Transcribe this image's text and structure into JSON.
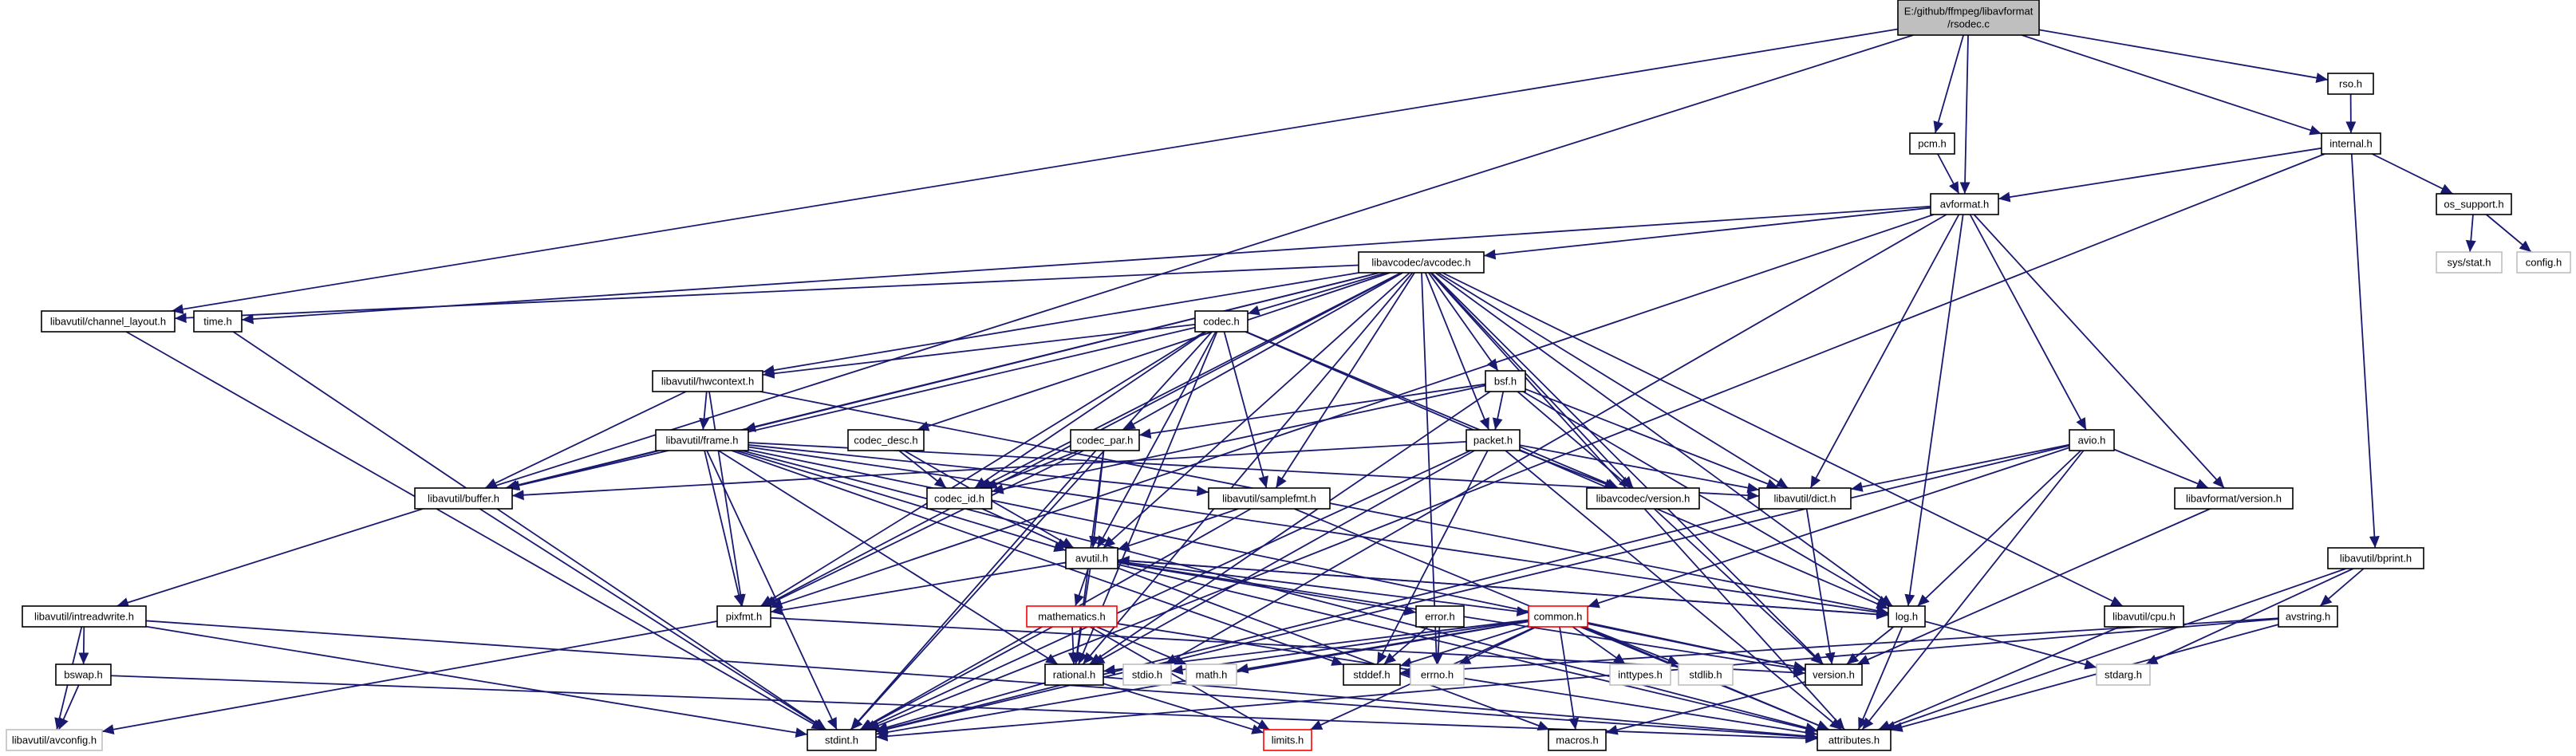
{
  "title": "E:/github/ffmpeg/libavformat/rsodec.c",
  "colors": {
    "edge": "#191970",
    "root_fill": "#bfbfbf",
    "node_fill": "#ffffff",
    "node_stroke": "#000000",
    "missing_stroke": "#bfbfbf",
    "error_stroke": "#ff0000"
  },
  "nodes": [
    {
      "id": "root",
      "lines": [
        "E:/github/ffmpeg/libavformat",
        "/rsodec.c"
      ],
      "style": "root"
    },
    {
      "id": "rso_h",
      "lines": [
        "rso.h"
      ],
      "style": "normal"
    },
    {
      "id": "pcm_h",
      "lines": [
        "pcm.h"
      ],
      "style": "normal"
    },
    {
      "id": "internal_h",
      "lines": [
        "internal.h"
      ],
      "style": "normal"
    },
    {
      "id": "avformat_h",
      "lines": [
        "avformat.h"
      ],
      "style": "normal"
    },
    {
      "id": "os_support_h",
      "lines": [
        "os_support.h"
      ],
      "style": "normal"
    },
    {
      "id": "sys_stat_h",
      "lines": [
        "sys/stat.h"
      ],
      "style": "missing"
    },
    {
      "id": "config_h",
      "lines": [
        "config.h"
      ],
      "style": "missing"
    },
    {
      "id": "avcodec_h",
      "lines": [
        "libavcodec/avcodec.h"
      ],
      "style": "normal"
    },
    {
      "id": "channel_layout_h",
      "lines": [
        "libavutil/channel_layout.h"
      ],
      "style": "normal"
    },
    {
      "id": "time_h",
      "lines": [
        "time.h"
      ],
      "style": "normal"
    },
    {
      "id": "codec_h",
      "lines": [
        "codec.h"
      ],
      "style": "normal"
    },
    {
      "id": "hwcontext_h",
      "lines": [
        "libavutil/hwcontext.h"
      ],
      "style": "normal"
    },
    {
      "id": "bsf_h",
      "lines": [
        "bsf.h"
      ],
      "style": "normal"
    },
    {
      "id": "codec_par_h",
      "lines": [
        "codec_par.h"
      ],
      "style": "normal"
    },
    {
      "id": "frame_h",
      "lines": [
        "libavutil/frame.h"
      ],
      "style": "normal"
    },
    {
      "id": "codec_desc_h",
      "lines": [
        "codec_desc.h"
      ],
      "style": "normal"
    },
    {
      "id": "packet_h",
      "lines": [
        "packet.h"
      ],
      "style": "normal"
    },
    {
      "id": "avio_h",
      "lines": [
        "avio.h"
      ],
      "style": "normal"
    },
    {
      "id": "buffer_h",
      "lines": [
        "libavutil/buffer.h"
      ],
      "style": "normal"
    },
    {
      "id": "codec_id_h",
      "lines": [
        "codec_id.h"
      ],
      "style": "normal"
    },
    {
      "id": "samplefmt_h",
      "lines": [
        "libavutil/samplefmt.h"
      ],
      "style": "normal"
    },
    {
      "id": "avcodec_version_h",
      "lines": [
        "libavcodec/version.h"
      ],
      "style": "normal"
    },
    {
      "id": "dict_h",
      "lines": [
        "libavutil/dict.h"
      ],
      "style": "normal"
    },
    {
      "id": "avformat_version_h",
      "lines": [
        "libavformat/version.h"
      ],
      "style": "normal"
    },
    {
      "id": "avutil_h",
      "lines": [
        "avutil.h"
      ],
      "style": "normal"
    },
    {
      "id": "bprint_h",
      "lines": [
        "libavutil/bprint.h"
      ],
      "style": "normal"
    },
    {
      "id": "intreadwrite_h",
      "lines": [
        "libavutil/intreadwrite.h"
      ],
      "style": "normal"
    },
    {
      "id": "pixfmt_h",
      "lines": [
        "pixfmt.h"
      ],
      "style": "normal"
    },
    {
      "id": "mathematics_h",
      "lines": [
        "mathematics.h"
      ],
      "style": "error"
    },
    {
      "id": "error_h",
      "lines": [
        "error.h"
      ],
      "style": "normal"
    },
    {
      "id": "common_h",
      "lines": [
        "common.h"
      ],
      "style": "error"
    },
    {
      "id": "log_h",
      "lines": [
        "log.h"
      ],
      "style": "normal"
    },
    {
      "id": "cpu_h",
      "lines": [
        "libavutil/cpu.h"
      ],
      "style": "normal"
    },
    {
      "id": "avstring_h",
      "lines": [
        "avstring.h"
      ],
      "style": "normal"
    },
    {
      "id": "bswap_h",
      "lines": [
        "bswap.h"
      ],
      "style": "normal"
    },
    {
      "id": "rational_h",
      "lines": [
        "rational.h"
      ],
      "style": "normal"
    },
    {
      "id": "stdio_h",
      "lines": [
        "stdio.h"
      ],
      "style": "missing"
    },
    {
      "id": "math_h",
      "lines": [
        "math.h"
      ],
      "style": "missing"
    },
    {
      "id": "stddef_h",
      "lines": [
        "stddef.h"
      ],
      "style": "normal"
    },
    {
      "id": "errno_h",
      "lines": [
        "errno.h"
      ],
      "style": "missing"
    },
    {
      "id": "inttypes_h",
      "lines": [
        "inttypes.h"
      ],
      "style": "missing"
    },
    {
      "id": "stdlib_h",
      "lines": [
        "stdlib.h"
      ],
      "style": "missing"
    },
    {
      "id": "version_h",
      "lines": [
        "version.h"
      ],
      "style": "normal"
    },
    {
      "id": "stdarg_h",
      "lines": [
        "stdarg.h"
      ],
      "style": "missing"
    },
    {
      "id": "avconfig_h",
      "lines": [
        "libavutil/avconfig.h"
      ],
      "style": "missing"
    },
    {
      "id": "stdint_h",
      "lines": [
        "stdint.h"
      ],
      "style": "normal"
    },
    {
      "id": "limits_h",
      "lines": [
        "limits.h"
      ],
      "style": "error"
    },
    {
      "id": "macros_h",
      "lines": [
        "macros.h"
      ],
      "style": "normal"
    },
    {
      "id": "attributes_h",
      "lines": [
        "attributes.h"
      ],
      "style": "normal"
    }
  ],
  "edges": [
    [
      "root",
      "rso_h"
    ],
    [
      "root",
      "pcm_h"
    ],
    [
      "root",
      "internal_h"
    ],
    [
      "root",
      "avformat_h"
    ],
    [
      "root",
      "channel_layout_h"
    ],
    [
      "root",
      "intreadwrite_h"
    ],
    [
      "rso_h",
      "internal_h"
    ],
    [
      "pcm_h",
      "avformat_h"
    ],
    [
      "internal_h",
      "avformat_h"
    ],
    [
      "internal_h",
      "os_support_h"
    ],
    [
      "internal_h",
      "bprint_h"
    ],
    [
      "internal_h",
      "stdint_h"
    ],
    [
      "os_support_h",
      "sys_stat_h"
    ],
    [
      "os_support_h",
      "config_h"
    ],
    [
      "avformat_h",
      "time_h"
    ],
    [
      "avformat_h",
      "avcodec_h"
    ],
    [
      "avformat_h",
      "avio_h"
    ],
    [
      "avformat_h",
      "avformat_version_h"
    ],
    [
      "avformat_h",
      "dict_h"
    ],
    [
      "avformat_h",
      "log_h"
    ],
    [
      "avformat_h",
      "pixfmt_h"
    ],
    [
      "avformat_h",
      "stdio_h"
    ],
    [
      "avcodec_h",
      "channel_layout_h"
    ],
    [
      "avcodec_h",
      "codec_h"
    ],
    [
      "avcodec_h",
      "hwcontext_h"
    ],
    [
      "avcodec_h",
      "bsf_h"
    ],
    [
      "avcodec_h",
      "codec_par_h"
    ],
    [
      "avcodec_h",
      "frame_h"
    ],
    [
      "avcodec_h",
      "codec_desc_h"
    ],
    [
      "avcodec_h",
      "packet_h"
    ],
    [
      "avcodec_h",
      "codec_id_h"
    ],
    [
      "avcodec_h",
      "samplefmt_h"
    ],
    [
      "avcodec_h",
      "avcodec_version_h"
    ],
    [
      "avcodec_h",
      "dict_h"
    ],
    [
      "avcodec_h",
      "log_h"
    ],
    [
      "avcodec_h",
      "cpu_h"
    ],
    [
      "avcodec_h",
      "attributes_h"
    ],
    [
      "avcodec_h",
      "buffer_h"
    ],
    [
      "avcodec_h",
      "pixfmt_h"
    ],
    [
      "avcodec_h",
      "avutil_h"
    ],
    [
      "avcodec_h",
      "rational_h"
    ],
    [
      "avcodec_h",
      "version_h"
    ],
    [
      "avcodec_h",
      "errno_h"
    ],
    [
      "channel_layout_h",
      "stdint_h"
    ],
    [
      "time_h",
      "stdint_h"
    ],
    [
      "codec_h",
      "hwcontext_h"
    ],
    [
      "codec_h",
      "buffer_h"
    ],
    [
      "codec_h",
      "codec_id_h"
    ],
    [
      "codec_h",
      "samplefmt_h"
    ],
    [
      "codec_h",
      "avutil_h"
    ],
    [
      "codec_h",
      "pixfmt_h"
    ],
    [
      "codec_h",
      "rational_h"
    ],
    [
      "codec_h",
      "log_h"
    ],
    [
      "codec_h",
      "stdint_h"
    ],
    [
      "codec_h",
      "avcodec_version_h"
    ],
    [
      "hwcontext_h",
      "buffer_h"
    ],
    [
      "hwcontext_h",
      "frame_h"
    ],
    [
      "hwcontext_h",
      "pixfmt_h"
    ],
    [
      "hwcontext_h",
      "log_h"
    ],
    [
      "bsf_h",
      "codec_id_h"
    ],
    [
      "bsf_h",
      "codec_par_h"
    ],
    [
      "bsf_h",
      "packet_h"
    ],
    [
      "bsf_h",
      "dict_h"
    ],
    [
      "bsf_h",
      "log_h"
    ],
    [
      "bsf_h",
      "rational_h"
    ],
    [
      "bsf_h",
      "avcodec_version_h"
    ],
    [
      "codec_par_h",
      "codec_id_h"
    ],
    [
      "codec_par_h",
      "avutil_h"
    ],
    [
      "codec_par_h",
      "pixfmt_h"
    ],
    [
      "codec_par_h",
      "rational_h"
    ],
    [
      "codec_par_h",
      "stdint_h"
    ],
    [
      "frame_h",
      "buffer_h"
    ],
    [
      "frame_h",
      "dict_h"
    ],
    [
      "frame_h",
      "samplefmt_h"
    ],
    [
      "frame_h",
      "avutil_h"
    ],
    [
      "frame_h",
      "pixfmt_h"
    ],
    [
      "frame_h",
      "rational_h"
    ],
    [
      "frame_h",
      "stddef_h"
    ],
    [
      "frame_h",
      "stdint_h"
    ],
    [
      "frame_h",
      "attributes_h"
    ],
    [
      "frame_h",
      "version_h"
    ],
    [
      "frame_h",
      "log_h"
    ],
    [
      "codec_desc_h",
      "codec_id_h"
    ],
    [
      "codec_desc_h",
      "avutil_h"
    ],
    [
      "packet_h",
      "buffer_h"
    ],
    [
      "packet_h",
      "dict_h"
    ],
    [
      "packet_h",
      "avcodec_version_h"
    ],
    [
      "packet_h",
      "attributes_h"
    ],
    [
      "packet_h",
      "rational_h"
    ],
    [
      "packet_h",
      "stddef_h"
    ],
    [
      "packet_h",
      "stdint_h"
    ],
    [
      "avio_h",
      "dict_h"
    ],
    [
      "avio_h",
      "log_h"
    ],
    [
      "avio_h",
      "avformat_version_h"
    ],
    [
      "avio_h",
      "common_h"
    ],
    [
      "avio_h",
      "attributes_h"
    ],
    [
      "avio_h",
      "stdint_h"
    ],
    [
      "buffer_h",
      "stdint_h"
    ],
    [
      "codec_id_h",
      "avutil_h"
    ],
    [
      "samplefmt_h",
      "avutil_h"
    ],
    [
      "samplefmt_h",
      "attributes_h"
    ],
    [
      "samplefmt_h",
      "stdint_h"
    ],
    [
      "avcodec_version_h",
      "version_h"
    ],
    [
      "dict_h",
      "stdint_h"
    ],
    [
      "dict_h",
      "version_h"
    ],
    [
      "avformat_version_h",
      "version_h"
    ],
    [
      "avutil_h",
      "common_h"
    ],
    [
      "avutil_h",
      "error_h"
    ],
    [
      "avutil_h",
      "version_h"
    ],
    [
      "avutil_h",
      "mathematics_h"
    ],
    [
      "avutil_h",
      "rational_h"
    ],
    [
      "avutil_h",
      "pixfmt_h"
    ],
    [
      "avutil_h",
      "log_h"
    ],
    [
      "avutil_h",
      "macros_h"
    ],
    [
      "avutil_h",
      "attributes_h"
    ],
    [
      "bprint_h",
      "avstring_h"
    ],
    [
      "bprint_h",
      "stdarg_h"
    ],
    [
      "bprint_h",
      "attributes_h"
    ],
    [
      "intreadwrite_h",
      "bswap_h"
    ],
    [
      "intreadwrite_h",
      "avconfig_h"
    ],
    [
      "intreadwrite_h",
      "stdint_h"
    ],
    [
      "intreadwrite_h",
      "attributes_h"
    ],
    [
      "pixfmt_h",
      "avconfig_h"
    ],
    [
      "pixfmt_h",
      "version_h"
    ],
    [
      "mathematics_h",
      "rational_h"
    ],
    [
      "mathematics_h",
      "stdint_h"
    ],
    [
      "mathematics_h",
      "math_h"
    ],
    [
      "mathematics_h",
      "attributes_h"
    ],
    [
      "mathematics_h",
      "limits_h"
    ],
    [
      "error_h",
      "errno_h"
    ],
    [
      "error_h",
      "stddef_h"
    ],
    [
      "common_h",
      "errno_h"
    ],
    [
      "common_h",
      "inttypes_h"
    ],
    [
      "common_h",
      "limits_h"
    ],
    [
      "common_h",
      "math_h"
    ],
    [
      "common_h",
      "stdint_h"
    ],
    [
      "common_h",
      "stdio_h"
    ],
    [
      "common_h",
      "stdlib_h"
    ],
    [
      "common_h",
      "attributes_h"
    ],
    [
      "common_h",
      "macros_h"
    ],
    [
      "common_h",
      "version_h"
    ],
    [
      "common_h",
      "stddef_h"
    ],
    [
      "common_h",
      "rational_h"
    ],
    [
      "log_h",
      "stdarg_h"
    ],
    [
      "log_h",
      "attributes_h"
    ],
    [
      "log_h",
      "version_h"
    ],
    [
      "log_h",
      "avutil_h"
    ],
    [
      "cpu_h",
      "attributes_h"
    ],
    [
      "avstring_h",
      "stddef_h"
    ],
    [
      "avstring_h",
      "stdint_h"
    ],
    [
      "avstring_h",
      "attributes_h"
    ],
    [
      "bswap_h",
      "avconfig_h"
    ],
    [
      "bswap_h",
      "attributes_h"
    ],
    [
      "rational_h",
      "stdint_h"
    ],
    [
      "rational_h",
      "limits_h"
    ],
    [
      "rational_h",
      "attributes_h"
    ],
    [
      "version_h",
      "macros_h"
    ]
  ]
}
